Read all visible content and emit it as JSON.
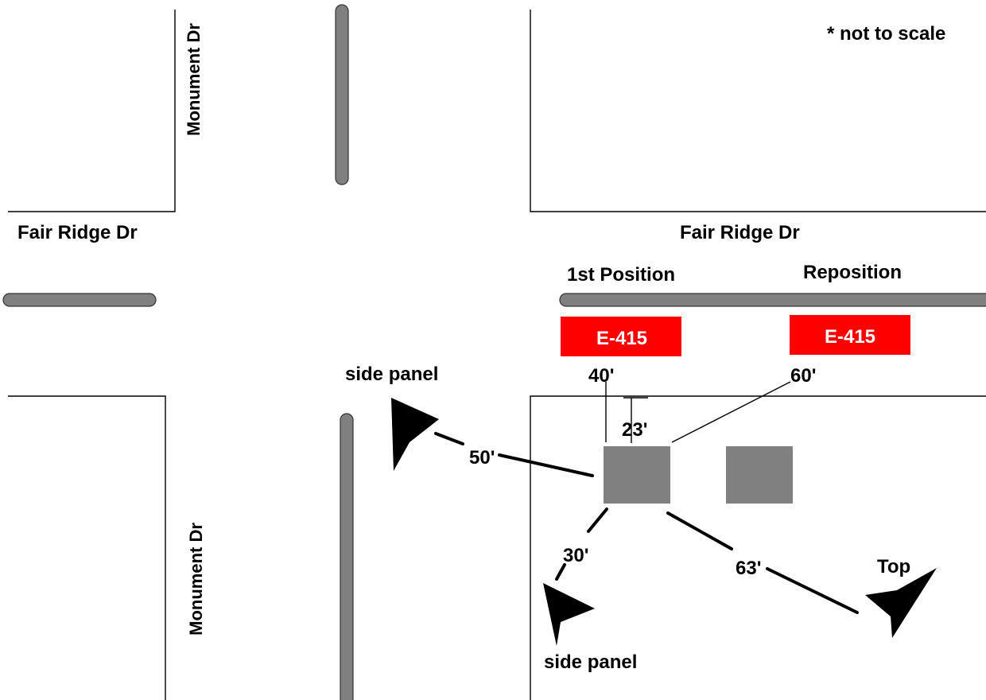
{
  "note": "* not to scale",
  "streets": {
    "monument_top": "Monument Dr",
    "monument_bottom": "Monument Dr",
    "fair_ridge_left": "Fair Ridge Dr",
    "fair_ridge_right": "Fair Ridge Dr"
  },
  "positions": {
    "first": "1st Position",
    "reposition": "Reposition"
  },
  "apparatus": {
    "first_unit": "E-415",
    "reposition_unit": "E-415",
    "color": "#ff0000"
  },
  "distances": {
    "d40": "40'",
    "d23": "23'",
    "d60": "60'",
    "d50": "50'",
    "d30": "30'",
    "d63": "63'"
  },
  "views": {
    "side_panel_left": "side panel",
    "side_panel_bottom": "side panel",
    "top": "Top"
  },
  "colors": {
    "median": "#808080",
    "building": "#808080",
    "background": "#ffffff"
  }
}
